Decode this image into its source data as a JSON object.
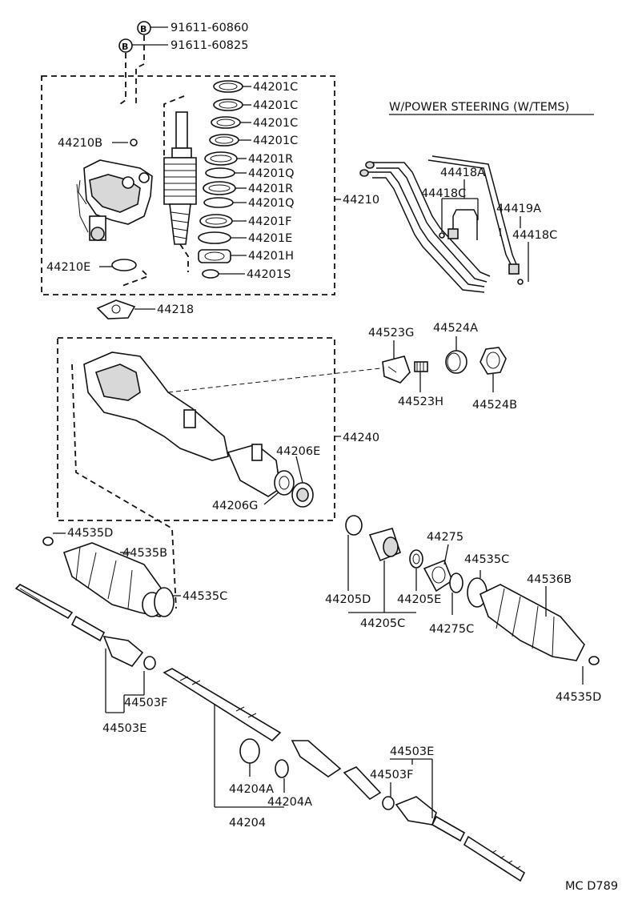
{
  "title": "W/POWER STEERING (W/TEMS)",
  "bolt_mark": "B",
  "figure_code": "MC D789",
  "labels": {
    "p91611_60860": "91611-60860",
    "p91611_60825": "91611-60825",
    "p44201C_1": "44201C",
    "p44201C_2": "44201C",
    "p44201C_3": "44201C",
    "p44201C_4": "44201C",
    "p44201R_1": "44201R",
    "p44201Q_1": "44201Q",
    "p44201R_2": "44201R",
    "p44201Q_2": "44201Q",
    "p44201F": "44201F",
    "p44201E": "44201E",
    "p44201H": "44201H",
    "p44201S": "44201S",
    "p44210": "44210",
    "p44210B": "44210B",
    "p44210E": "44210E",
    "p44218": "44218",
    "p44418A": "44418A",
    "p44418C_1": "44418C",
    "p44419A": "44419A",
    "p44418C_2": "44418C",
    "p44523G": "44523G",
    "p44524A": "44524A",
    "p44523H": "44523H",
    "p44524B": "44524B",
    "p44240": "44240",
    "p44206E": "44206E",
    "p44206G": "44206G",
    "p44535D_1": "44535D",
    "p44535B": "44535B",
    "p44535C_1": "44535C",
    "p44275": "44275",
    "p44535C_2": "44535C",
    "p44536B": "44536B",
    "p44205D": "44205D",
    "p44205E": "44205E",
    "p44205C": "44205C",
    "p44275C": "44275C",
    "p44535D_2": "44535D",
    "p44503F_1": "44503F",
    "p44503E_1": "44503E",
    "p44204A_1": "44204A",
    "p44204A_2": "44204A",
    "p44204": "44204",
    "p44503E_2": "44503E",
    "p44503F_2": "44503F"
  }
}
